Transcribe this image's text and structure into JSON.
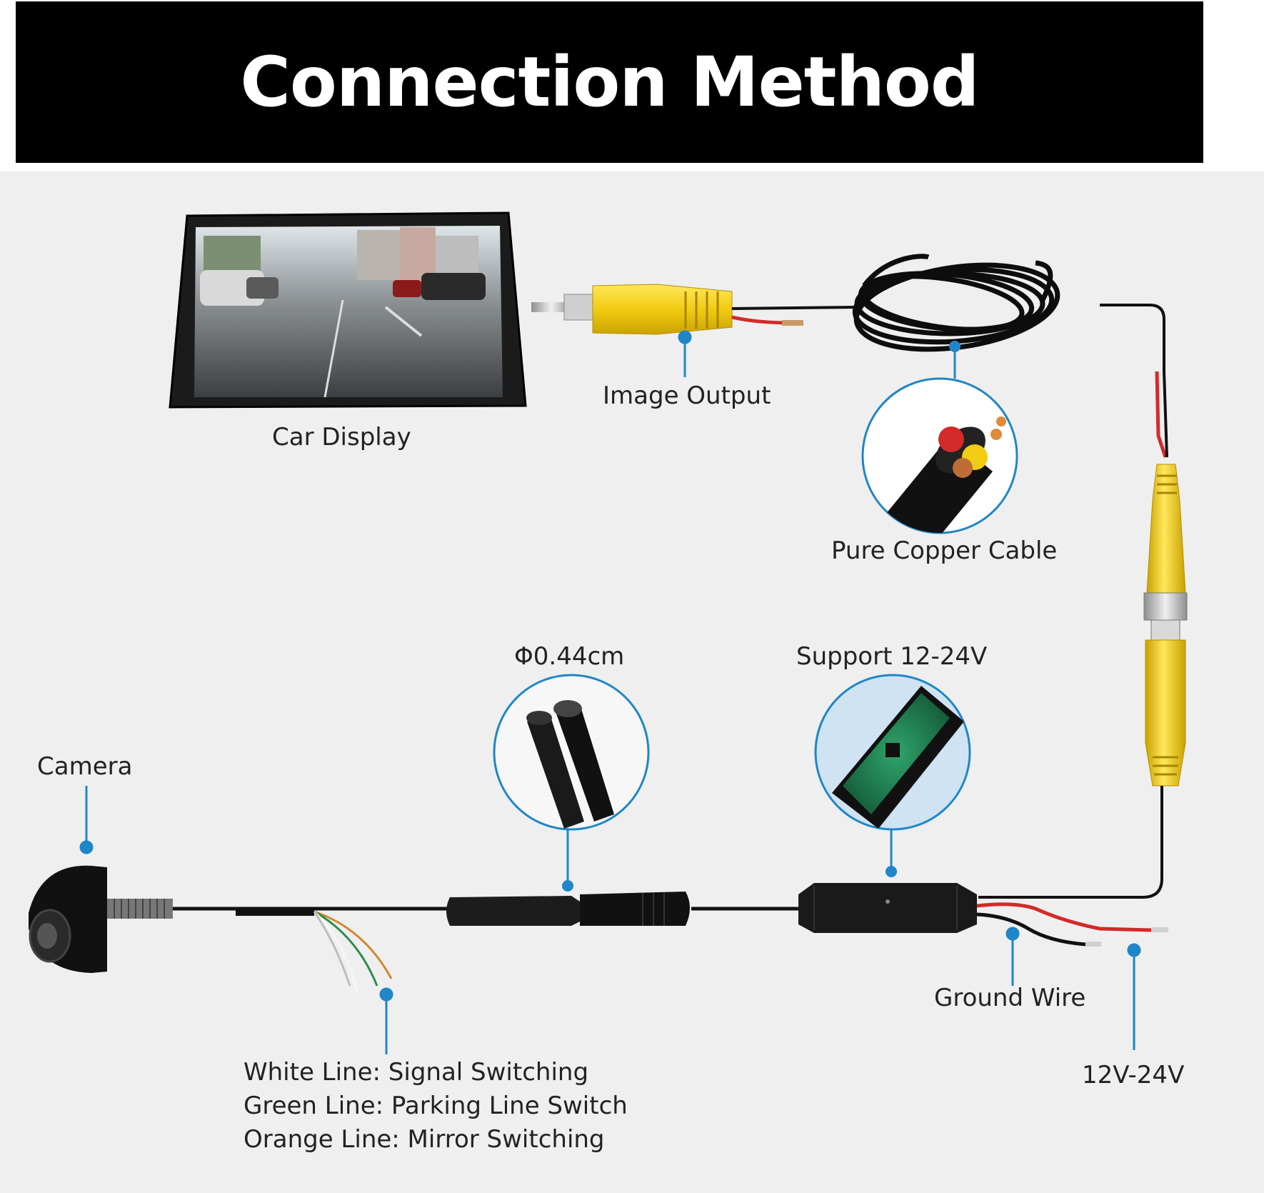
{
  "header": {
    "title": "Connection Method"
  },
  "labels": {
    "car_display": "Car Display",
    "image_output": "Image Output",
    "pure_copper_cable": "Pure Copper Cable",
    "diameter": "Φ0.44cm",
    "support_voltage": "Support 12-24V",
    "camera": "Camera",
    "ground_wire": "Ground Wire",
    "power_voltage": "12V-24V"
  },
  "wire_notes": [
    "White Line: Signal Switching",
    "Green Line: Parking Line Switch",
    "Orange Line: Mirror Switching"
  ],
  "colors": {
    "callout": "#1f86c8",
    "rca_yellow": "#f2d21b",
    "power_red": "#d42a2a",
    "cable_black": "#111111",
    "background": "#efefef"
  }
}
